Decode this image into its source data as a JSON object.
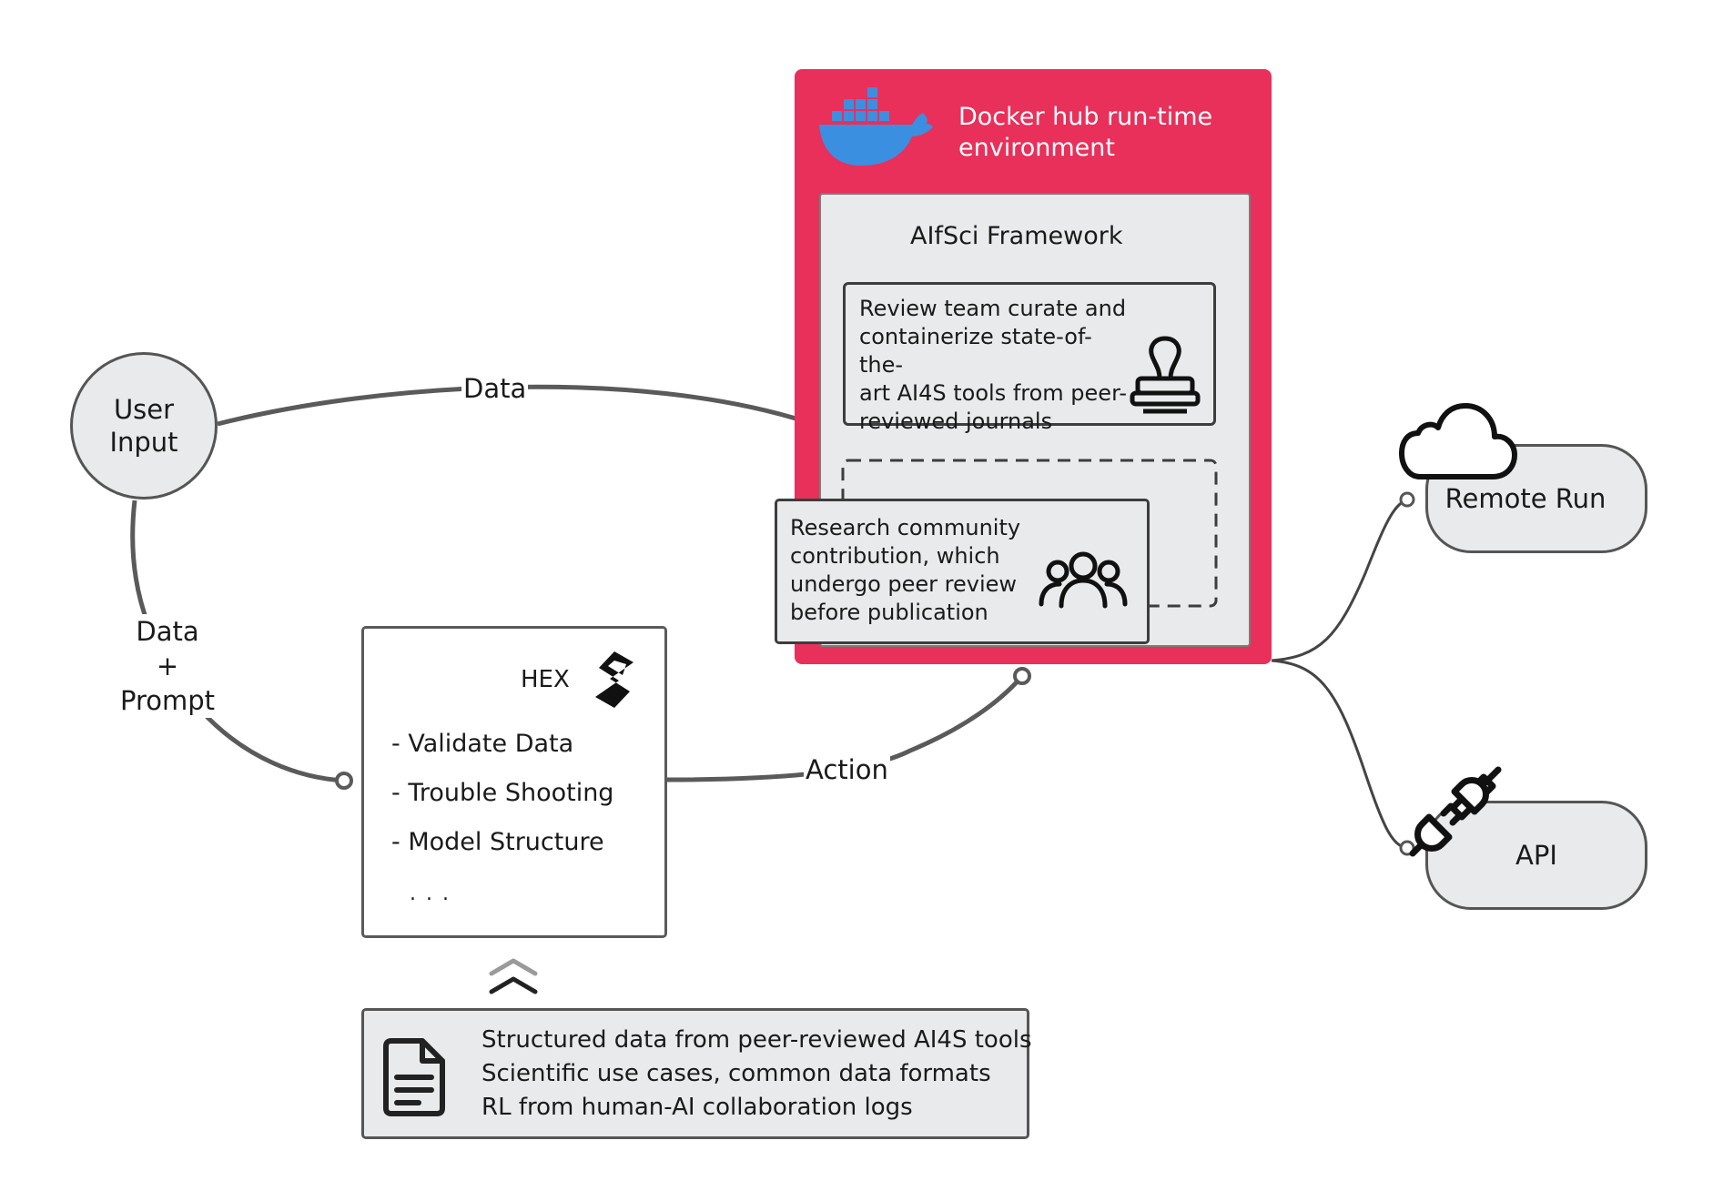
{
  "docker": {
    "title_line1": "Docker hub run-time",
    "title_line2": "environment",
    "colors": {
      "background": "#e8305a",
      "whale": "#3b8fe0"
    }
  },
  "framework": {
    "title": "AIfSci Framework",
    "review": {
      "lines": [
        "Review team curate and",
        "containerize state-of-the-",
        "art AI4S tools from peer-",
        "reviewed journals"
      ],
      "icon": "stamp-icon"
    },
    "community": {
      "lines": [
        "Research community",
        "contribution, which",
        "undergo peer review",
        "before publication"
      ],
      "icon": "people-icon"
    }
  },
  "user_input": {
    "line1": "User",
    "line2": "Input"
  },
  "edges": {
    "data": "Data",
    "data_prompt": [
      "Data",
      "+",
      "Prompt"
    ],
    "action": "Action"
  },
  "hex": {
    "title": "HEX",
    "items": [
      "- Validate Data",
      "- Trouble Shooting",
      "- Model Structure"
    ],
    "ellipsis": ". . .",
    "icon": "hex-logo-icon"
  },
  "structured_data": {
    "lines": [
      "Structured data from peer-reviewed AI4S tools",
      "Scientific use cases, common data formats",
      "RL from human-AI collaboration logs"
    ],
    "icon": "document-icon"
  },
  "outputs": {
    "remote": {
      "label": "Remote Run",
      "icon": "cloud-icon"
    },
    "api": {
      "label": "API",
      "icon": "plug-icon"
    }
  }
}
